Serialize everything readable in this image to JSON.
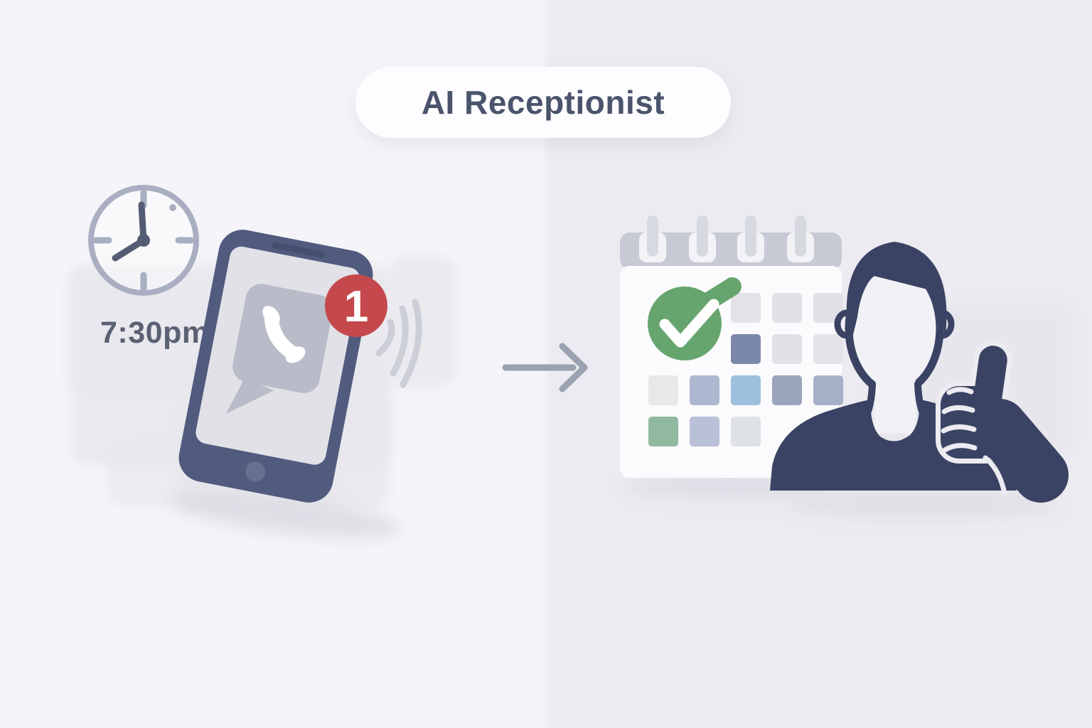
{
  "title": {
    "label": "AI Receptionist"
  },
  "left_panel": {
    "time_label": "7:30pm",
    "notification_badge": "1",
    "icons": [
      "clock-icon",
      "smartphone-icon",
      "call-bubble-icon",
      "phone-handset-icon",
      "notification-badge",
      "sound-waves-icon"
    ]
  },
  "flow": {
    "icon": "arrow-right-icon",
    "direction": "right"
  },
  "right_panel": {
    "icons": [
      "calendar-icon",
      "check-circle-icon",
      "person-thumbs-up-icon",
      "thumbs-up-hand-icon"
    ],
    "calendar": {
      "rings": 4,
      "cells": [
        {
          "row": 0,
          "col": 2,
          "color": "#e3e2e8"
        },
        {
          "row": 0,
          "col": 3,
          "color": "#e1e1e7"
        },
        {
          "row": 0,
          "col": 4,
          "color": "#e1e1e7"
        },
        {
          "row": 1,
          "col": 2,
          "color": "#7c88aa"
        },
        {
          "row": 1,
          "col": 3,
          "color": "#e1e1e7"
        },
        {
          "row": 1,
          "col": 4,
          "color": "#e3e3e8"
        },
        {
          "row": 2,
          "col": 0,
          "color": "#e9e7e9"
        },
        {
          "row": 2,
          "col": 1,
          "color": "#adb7cf"
        },
        {
          "row": 2,
          "col": 2,
          "color": "#9cc0dd"
        },
        {
          "row": 2,
          "col": 3,
          "color": "#9aa5bc"
        },
        {
          "row": 2,
          "col": 4,
          "color": "#a6b0c6"
        },
        {
          "row": 3,
          "col": 0,
          "color": "#90b9a0"
        },
        {
          "row": 3,
          "col": 1,
          "color": "#b9c0d7"
        },
        {
          "row": 3,
          "col": 2,
          "color": "#dee1e6"
        }
      ]
    }
  },
  "colors": {
    "background_left": "#f5f4f8",
    "background_right": "#ecebf1",
    "title_text": "#4b546c",
    "time_text": "#5a6173",
    "clock_rim": "#a9aec2",
    "clock_hands": "#555d74",
    "phone_frame": "#515b7e",
    "phone_screen": "#e1e1e7",
    "call_bubble": "#b5b8c6",
    "badge_red": "#c5494c",
    "sound_waves": "#c9ccd6",
    "arrow": "#9aa1b0",
    "calendar_header": "#c7cad5",
    "calendar_rings": "#d7d9e1",
    "calendar_body": "#fbfbfd",
    "check_green": "#67a56e",
    "person_navy": "#3a4363",
    "face": "#f2f1f5"
  }
}
